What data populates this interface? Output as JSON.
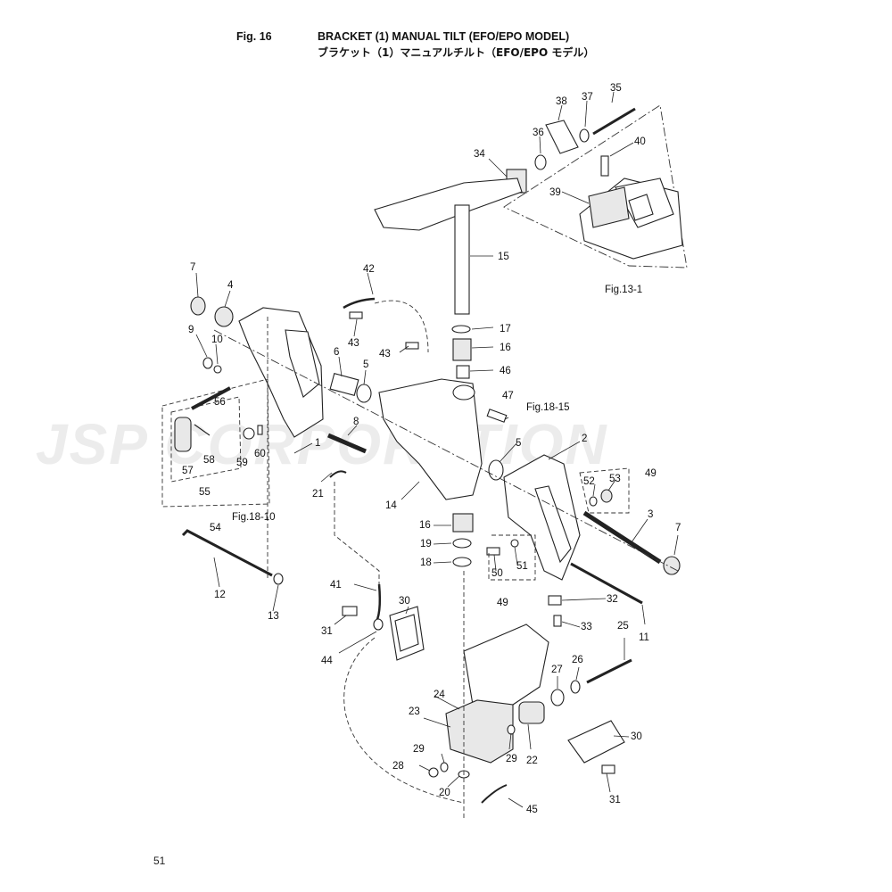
{
  "header": {
    "fig_label": "Fig. 16",
    "title_en": "BRACKET (1) MANUAL TILT (EFO/EPO MODEL)",
    "title_jp": "ブラケット（1）マニュアルチルト（EFO/EPO モデル）"
  },
  "watermark": "JSP CORPORATION",
  "page_number": "51",
  "references": [
    "Fig.13-1",
    "Fig.18-15",
    "Fig.18-10"
  ],
  "callouts": [
    "1",
    "2",
    "3",
    "4",
    "5",
    "6",
    "7",
    "8",
    "9",
    "10",
    "11",
    "12",
    "13",
    "14",
    "15",
    "16",
    "17",
    "18",
    "19",
    "20",
    "21",
    "22",
    "23",
    "24",
    "25",
    "26",
    "27",
    "28",
    "29",
    "30",
    "31",
    "32",
    "33",
    "34",
    "35",
    "36",
    "37",
    "38",
    "39",
    "40",
    "41",
    "42",
    "43",
    "44",
    "45",
    "46",
    "47",
    "49",
    "50",
    "51",
    "52",
    "53",
    "54",
    "55",
    "56",
    "57",
    "58",
    "59",
    "60"
  ]
}
